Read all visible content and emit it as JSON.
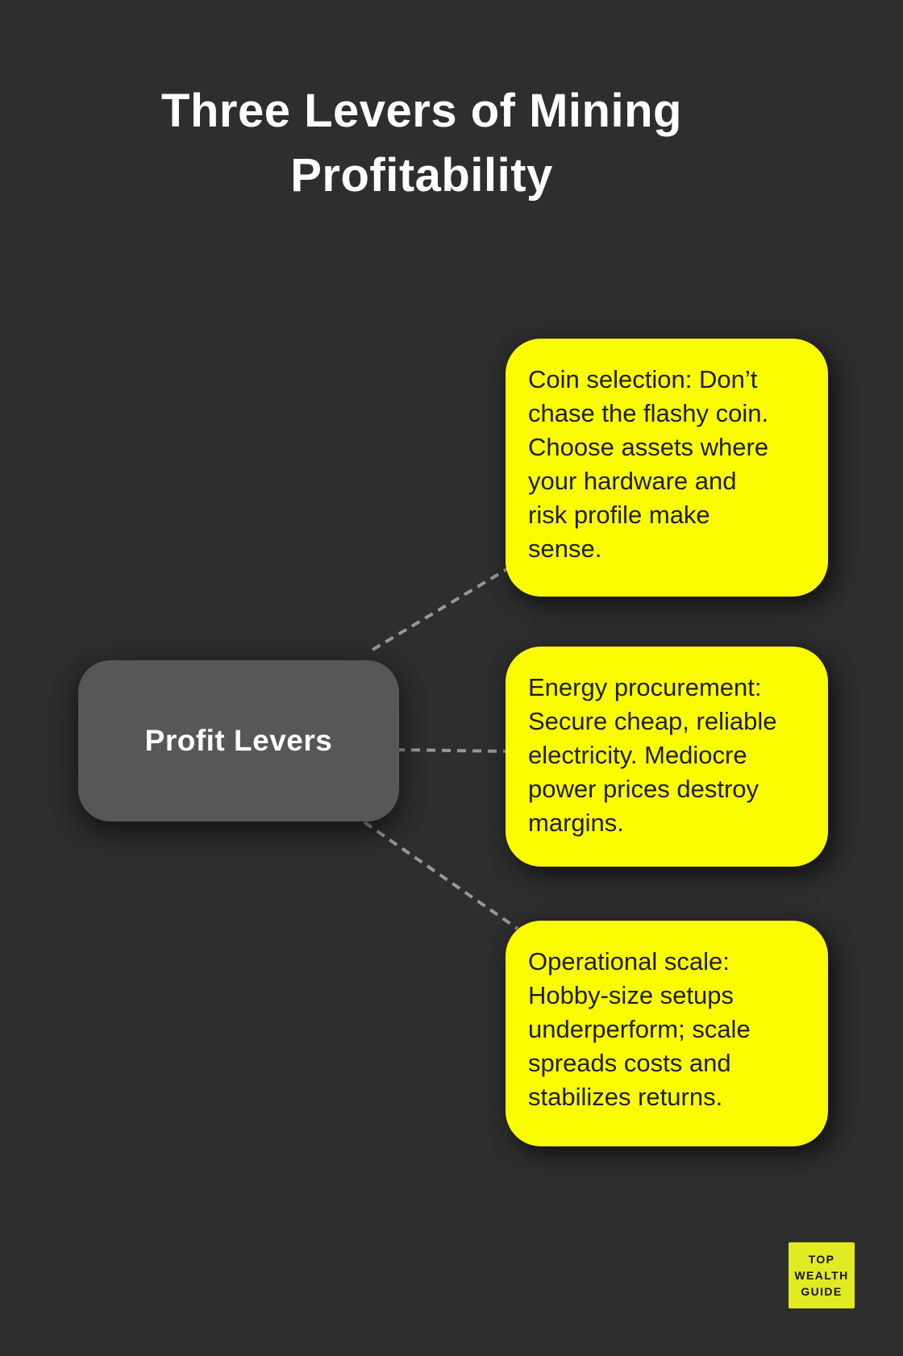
{
  "title": "Three Levers of Mining\nProfitability",
  "center_node": {
    "label": "Profit Levers"
  },
  "branches": [
    {
      "id": "coin-selection",
      "text": "Coin selection: Don’t\nchase the flashy coin.\nChoose assets where\nyour hardware and\nrisk profile make\nsense."
    },
    {
      "id": "energy-procurement",
      "text": "Energy procurement:\nSecure cheap, reliable\nelectricity. Mediocre\npower prices destroy\nmargins."
    },
    {
      "id": "operational-scale",
      "text": "Operational scale:\nHobby-size setups\nunderperform; scale\nspreads costs and\nstabilizes returns."
    }
  ],
  "logo": {
    "lines": [
      "TOP",
      "WEALTH",
      "GUIDE"
    ]
  },
  "colors": {
    "background": "#2e2e2e",
    "card_yellow": "#fcfc00",
    "card_text": "#1e1e1e",
    "node_gray": "#575757",
    "node_text": "#ffffff",
    "title_text": "#ffffff",
    "connector": "#979797",
    "logo_bg": "#e2ea21",
    "logo_text": "#141414"
  }
}
